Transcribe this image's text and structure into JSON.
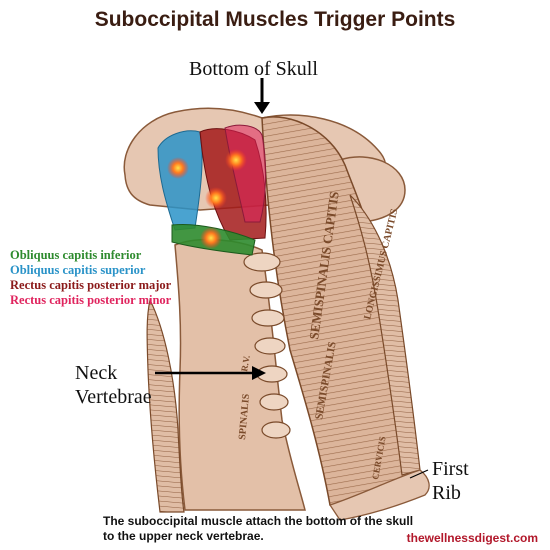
{
  "title": "Suboccipital Muscles Trigger Points",
  "labels": {
    "bottom_of_skull": "Bottom of Skull",
    "neck_line1": "Neck",
    "neck_line2": "Vertebrae",
    "rib_line1": "First",
    "rib_line2": "Rib"
  },
  "legend": [
    {
      "text": "Obliquus capitis inferior",
      "color": "#2e8b2e"
    },
    {
      "text": "Obliquus capitis superior",
      "color": "#2a93c8"
    },
    {
      "text": "Rectus capitis posterior major",
      "color": "#8b1a1a"
    },
    {
      "text": "Rectus capitis posterior minor",
      "color": "#e0245e"
    }
  ],
  "illustration_text": {
    "semispinalis_capitis": "SEMISPINALIS  CAPITIS",
    "longissimus_capitis": "LONGISSIMUS  CAPITIS",
    "semispinalis_cervicis": "SEMISPINALIS",
    "spinalis": "SPINALIS",
    "cervicis": "CERVICIS",
    "rv": "R.V."
  },
  "caption_line1": "The suboccipital muscle attach the bottom of the skull",
  "caption_line2": "to the upper neck vertebrae.",
  "site": "thewellnessdigest.com",
  "colors": {
    "title": "#3a1d12",
    "site": "#b2182b",
    "muscle_fill": "#d9b49c",
    "muscle_stroke": "#8a5a3a",
    "trigger_point": "#ff5a1f",
    "arrow": "#000000"
  }
}
